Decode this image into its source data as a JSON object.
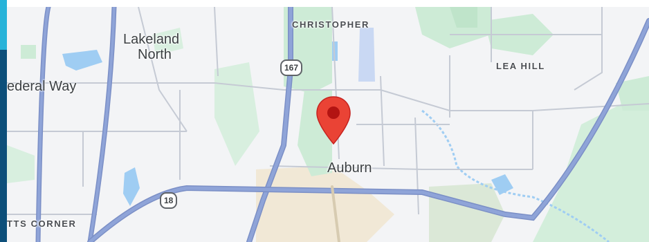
{
  "map": {
    "labels": {
      "lakeland_north_line1": "Lakeland",
      "lakeland_north_line2": "North",
      "federal_way": "ederal Way",
      "christopher": "CHRISTOPHER",
      "lea_hill": "LEA HILL",
      "auburn": "Auburn",
      "potts_corner": "TTS CORNER"
    },
    "route_shields": {
      "sr167": "167",
      "sr18": "18"
    },
    "marker": {
      "icon": "map-pin-icon",
      "color": "#ea4335",
      "center_dot_color": "#b31412"
    },
    "colors": {
      "land": "#f3f4f6",
      "park": "#cdebd6",
      "water": "#9fcdf3",
      "highway": "#8fa4d8",
      "highway_casing": "#7b8fc6",
      "minor_road": "#c5cad4",
      "urban": "#f1e8d6"
    }
  }
}
